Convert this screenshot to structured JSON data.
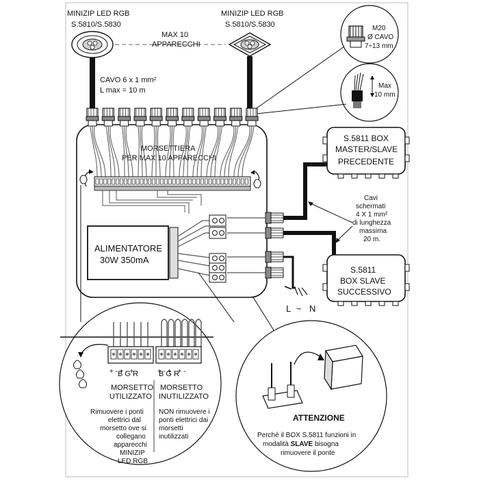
{
  "labels": {
    "lamp_left_title": "MINIZIP LED RGB",
    "lamp_left_code": "S.5810/S.5830",
    "lamp_right_title": "MINIZIP LED RGB",
    "lamp_right_code": "S.5810/S.5830",
    "max_line1": "MAX  10",
    "max_line2": "APPARECCHI",
    "cable_line1": "CAVO  6 x 1 mm²",
    "cable_line2": "L max = 10 m",
    "gland_line1": "M20",
    "gland_line2": "Ø CAVO",
    "gland_line3": "7÷13 mm",
    "strip_line1": "Max",
    "strip_line2": "10 mm",
    "terminal_line1": "MORSETTIERA",
    "terminal_line2": "PER MAX 10 APPARECCHI",
    "psu_line1": "ALIMENTATORE",
    "psu_line2": "30W 350mA",
    "master_line1": "S.5811 BOX",
    "master_line2": "MASTER/SLAVE",
    "master_line3": "PRECEDENTE",
    "slave_line1": "S.5811",
    "slave_line2": "BOX SLAVE",
    "slave_line3": "SUCCESSIVO",
    "shield_line1": "Cavi",
    "shield_line2": "schermati",
    "shield_line3": "4 X 1 mm²",
    "shield_line4": "di lunghezza",
    "shield_line5": "massima",
    "shield_line6": "20 m.",
    "mains_l": "L",
    "mains_tilde": "~",
    "mains_n": "N",
    "pins_left": "+   -   +   -   +   -",
    "bgr_left": "B  G  R",
    "pins_right": "+   -   +   -   +   -",
    "bgr_right": "B  G  R",
    "used_title1": "MORSETTO",
    "used_title2": "UTILIZZATO",
    "used_text1": "Rimuovere i ponti",
    "used_text2": "elettrici dal",
    "used_text3": "morsetto ove si",
    "used_text4": "collegano",
    "used_text5": "apparecchi",
    "used_text6": "MINIZIP",
    "used_text7": "LED RGB",
    "unused_title1": "MORSETTO",
    "unused_title2": "INUTILIZZATO",
    "unused_text1": "NON rimuovere i",
    "unused_text2": "ponti elettrici dai",
    "unused_text3": "morsetti",
    "unused_text4": "inutilizzati",
    "attention_title": "ATTENZIONE",
    "attention_text1": "Perchè il BOX S.5811 funzioni in",
    "attention_text2_a": "modalità ",
    "attention_text2_b": "SLAVE",
    "attention_text2_c": " bisogna",
    "attention_text3": "rimuovere il ponte"
  }
}
